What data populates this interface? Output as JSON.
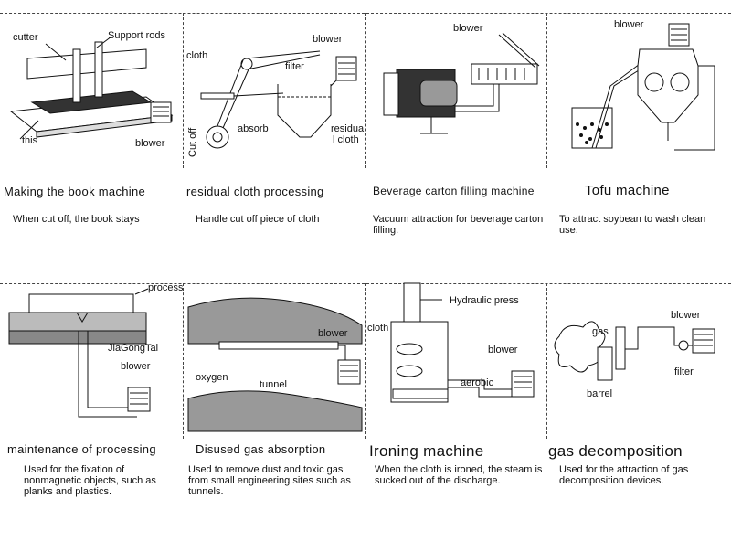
{
  "panels": [
    {
      "title": "Making the book machine",
      "description": "When cut off, the book stays",
      "labels": [
        "cutter",
        "Support rods",
        "this",
        "blower"
      ]
    },
    {
      "title": "residual cloth processing",
      "description": "Handle cut off piece of cloth",
      "labels": [
        "cloth",
        "blower",
        "filter",
        "absorb",
        "Cut off",
        "residua",
        "l cloth"
      ]
    },
    {
      "title": "Beverage carton filling machine",
      "description": "Vacuum attraction for beverage carton filling.",
      "labels": [
        "blower"
      ]
    },
    {
      "title": "Tofu machine",
      "description": "To attract soybean to wash clean use.",
      "labels": [
        "blower"
      ]
    },
    {
      "title": "maintenance of processing",
      "description": "Used for the fixation of nonmagnetic objects, such as planks and plastics.",
      "labels": [
        "processing",
        "JiaGongTai",
        "blower"
      ]
    },
    {
      "title": "Disused gas absorption",
      "description": "Used to remove dust and toxic gas from small engineering sites such as tunnels.",
      "labels": [
        "oxygen",
        "tunnel",
        "blower"
      ]
    },
    {
      "title": "Ironing machine",
      "description": "When the cloth is ironed, the steam is sucked out of the discharge.",
      "labels": [
        "Hydraulic press",
        "cloth",
        "blower",
        "aerobic"
      ]
    },
    {
      "title": "gas decomposition",
      "description": "Used for the attraction of gas decomposition devices.",
      "labels": [
        "blower",
        "gas",
        "filter",
        "barrel"
      ]
    }
  ]
}
